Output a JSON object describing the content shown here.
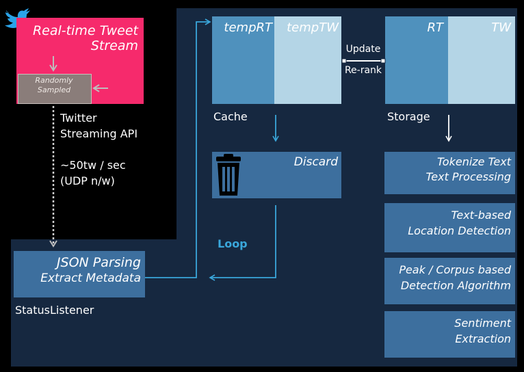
{
  "stream": {
    "title_line1": "Real-time Tweet",
    "title_line2": "Stream",
    "sampled_line1": "Randomly",
    "sampled_line2": "Sampled",
    "color": "#f62a6c"
  },
  "api": {
    "line1": "Twitter",
    "line2": "Streaming API",
    "rate1": "~50tw / sec",
    "rate2": "(UDP n/w)"
  },
  "parsing": {
    "line1": "JSON Parsing",
    "line2": "Extract Metadata",
    "listener": "StatusListener"
  },
  "cache": {
    "col1": "tempRT",
    "col2": "tempTW",
    "label": "Cache"
  },
  "link": {
    "top": "Update",
    "bottom": "Re-rank"
  },
  "storage": {
    "col1": "RT",
    "col2": "TW",
    "label": "Storage"
  },
  "discard": {
    "label": "Discard"
  },
  "loop": {
    "label": "Loop"
  },
  "steps": [
    {
      "line1": "Tokenize Text",
      "line2": "Text Processing"
    },
    {
      "line1": "Text-based",
      "line2": "Location Detection"
    },
    {
      "line1": "Peak / Corpus based",
      "line2": "Detection Algorithm"
    },
    {
      "line1": "Sentiment",
      "line2": "Extraction"
    }
  ],
  "colors": {
    "dark_blue": "#3d6f9e",
    "mid_blue": "#4f91bd",
    "light_blue": "#b4d5e6",
    "panel": "#162840",
    "arrow": "#3aa7db"
  }
}
